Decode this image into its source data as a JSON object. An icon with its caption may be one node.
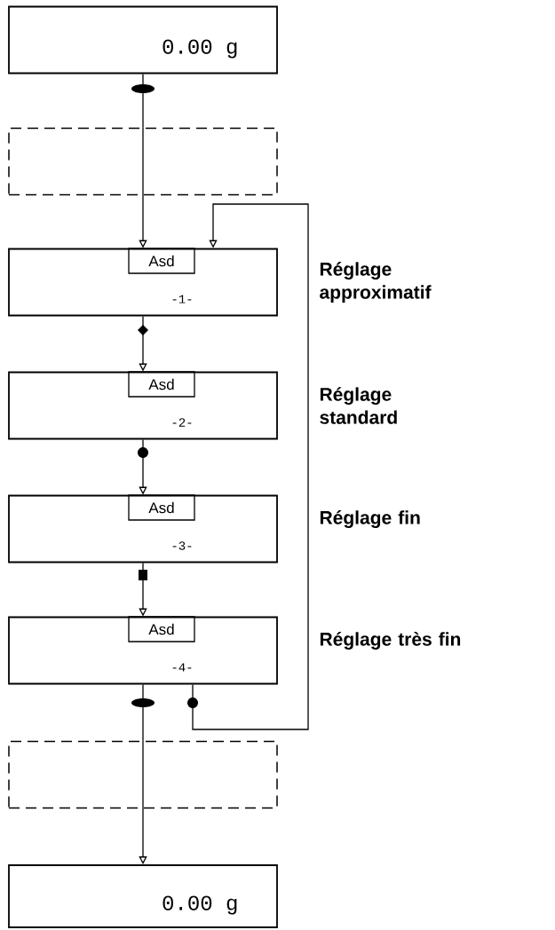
{
  "diagram": {
    "nodes": [
      {
        "text": [
          "0.00 g"
        ]
      },
      {
        "text": [],
        "shape": "box"
      },
      {
        "text": [
          "-1-"
        ],
        "beside": [
          "Réglage approximatif"
        ]
      },
      {
        "text": [
          "Asd"
        ],
        "in": 2
      },
      {
        "text": [
          "-2-"
        ],
        "beside": [
          "Réglage standard"
        ]
      },
      {
        "text": [
          "Asd"
        ],
        "in": 4
      },
      {
        "text": [
          "-3-"
        ],
        "beside": [
          "Réglage fin"
        ]
      },
      {
        "text": [
          "Asd"
        ],
        "in": 6
      },
      {
        "text": [
          "-4-"
        ],
        "beside": [
          "Réglage très fin"
        ]
      },
      {
        "text": [
          "Asd"
        ],
        "in": 8
      },
      {
        "text": [],
        "shape": "box"
      },
      {
        "text": [
          "0.00 g"
        ]
      }
    ],
    "edges": [
      {
        "from": 0,
        "to": 1,
        "arrow": "none"
      },
      {
        "from": 1,
        "to": 2,
        "arrow": "to"
      },
      {
        "from": 2,
        "to": 4,
        "arrow": "to"
      },
      {
        "from": 4,
        "to": 6,
        "arrow": "to"
      },
      {
        "from": 6,
        "to": 8,
        "arrow": "to"
      },
      {
        "from": 8,
        "to": 2,
        "arrow": "to"
      },
      {
        "from": 8,
        "to": 10,
        "arrow": "none"
      },
      {
        "from": 10,
        "to": 11,
        "arrow": "to"
      }
    ]
  }
}
